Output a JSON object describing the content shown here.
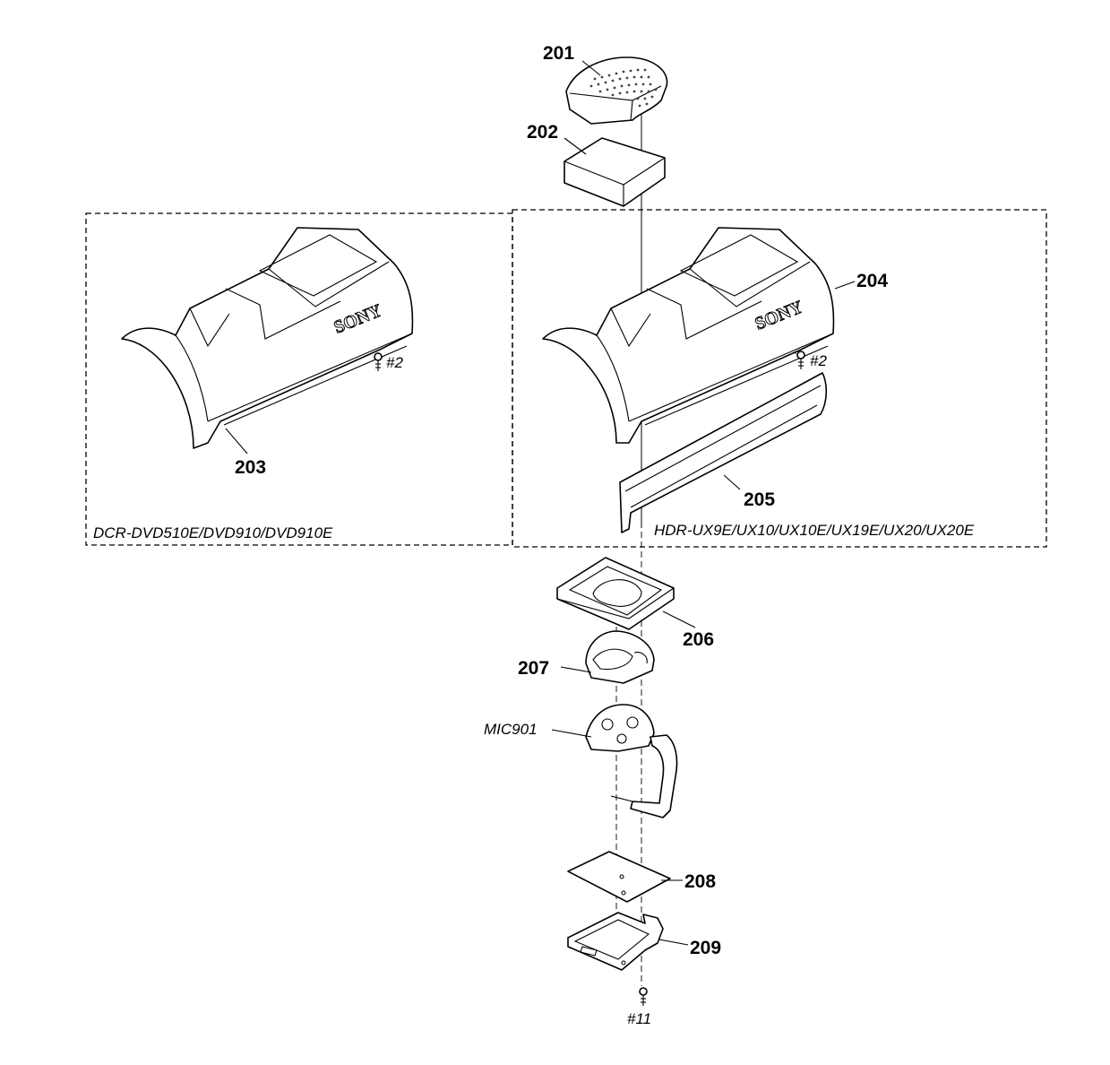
{
  "parts": {
    "p201": "201",
    "p202": "202",
    "p203": "203",
    "p204": "204",
    "p205": "205",
    "p206": "206",
    "p207": "207",
    "p208": "208",
    "p209": "209"
  },
  "components": {
    "mic": "MIC901"
  },
  "screws": {
    "left": "#2",
    "right": "#2",
    "bottom": "#11"
  },
  "models": {
    "left": "DCR-DVD510E/DVD910/DVD910E",
    "right": "HDR-UX9E/UX10/UX10E/UX19E/UX20/UX20E"
  },
  "brand": "SONY"
}
